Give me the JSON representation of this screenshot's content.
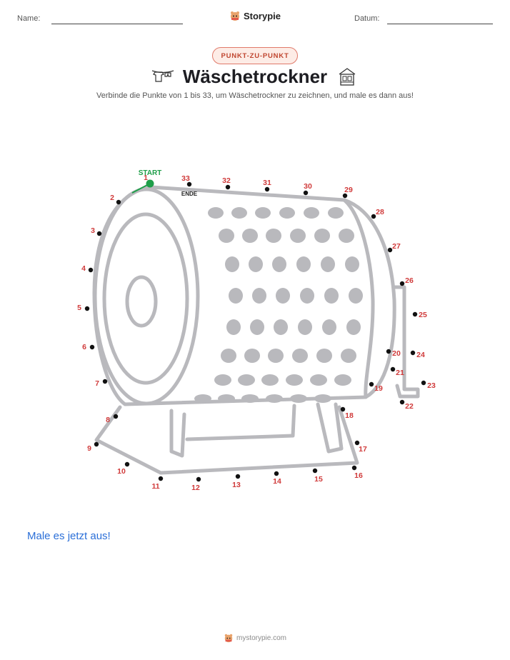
{
  "header": {
    "name_label": "Name:",
    "date_label": "Datum:",
    "brand": "Storypie"
  },
  "badge": "PUNKT-ZU-PUNKT",
  "title": "Wäschetrockner",
  "instruction": "Verbinde die Punkte von 1 bis 33, um Wäschetrockner zu zeichnen, und male es dann aus!",
  "puzzle": {
    "start_label": "START",
    "end_label": "ENDE",
    "dots": [
      {
        "n": "1"
      },
      {
        "n": "2"
      },
      {
        "n": "3"
      },
      {
        "n": "4"
      },
      {
        "n": "5"
      },
      {
        "n": "6"
      },
      {
        "n": "7"
      },
      {
        "n": "8"
      },
      {
        "n": "9"
      },
      {
        "n": "10"
      },
      {
        "n": "11"
      },
      {
        "n": "12"
      },
      {
        "n": "13"
      },
      {
        "n": "14"
      },
      {
        "n": "15"
      },
      {
        "n": "16"
      },
      {
        "n": "17"
      },
      {
        "n": "18"
      },
      {
        "n": "19"
      },
      {
        "n": "20"
      },
      {
        "n": "21"
      },
      {
        "n": "22"
      },
      {
        "n": "23"
      },
      {
        "n": "24"
      },
      {
        "n": "25"
      },
      {
        "n": "26"
      },
      {
        "n": "27"
      },
      {
        "n": "28"
      },
      {
        "n": "29"
      },
      {
        "n": "30"
      },
      {
        "n": "31"
      },
      {
        "n": "32"
      },
      {
        "n": "33"
      }
    ],
    "colors": {
      "dot": "#111111",
      "label": "#d03a3a",
      "start": "#1e9e49",
      "outline": "#b9b9bd"
    }
  },
  "color_prompt": "Male es jetzt aus!",
  "footer": "mystorypie.com"
}
